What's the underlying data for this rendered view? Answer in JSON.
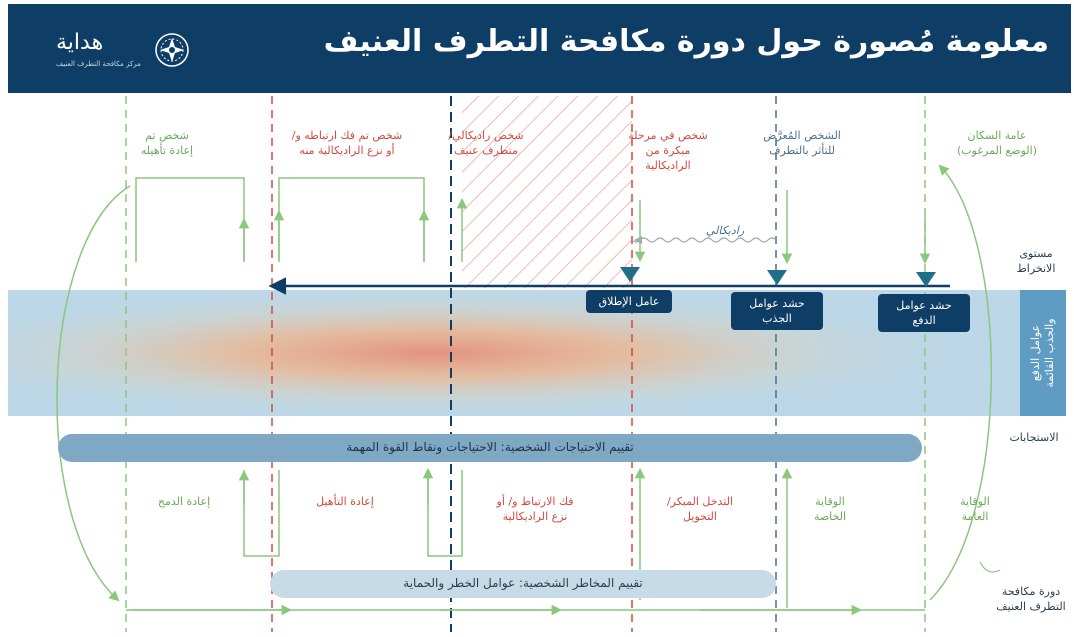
{
  "header": {
    "title": "معلومة مُصورة حول دورة مكافحة التطرف العنيف",
    "logo_name": "هداية",
    "logo_subtitle": "مركز مكافحة التطرف العنيف",
    "brand_color": "#0e3e66"
  },
  "columns": [
    {
      "label": "عامة السكان\n(الوضع المرغوب)",
      "color": "#6aaa5a"
    },
    {
      "label": "الشخص المُعرَّض\nللتأثر بالتطرف",
      "color": "#4b6f94"
    },
    {
      "label": "شخص في مرحلة\nمبكرة من\nالراديكالية",
      "color": "#d24a3c"
    },
    {
      "label": "شخص راديكالي/\nمتطرف عنيف",
      "color": "#d24a3c"
    },
    {
      "label": "شخص تم فك ارتباطه و/\nأو نزع الراديكالية منه",
      "color": "#d24a3c"
    },
    {
      "label": "شخص تم\nإعادة تأهيله",
      "color": "#6aaa5a"
    }
  ],
  "side_labels": {
    "radicalization_level": "مستوى\nالانخراط",
    "band_label": "عوامل الدفع\nوالجذب القائمة",
    "responses": "الاستجابات",
    "cycle": "دورة مكافحة\nالتطرف العنيف"
  },
  "radical_arrow_label": "راديكالي",
  "factor_tags": [
    {
      "label": "عامل الإطلاق"
    },
    {
      "label": "حشد عوامل\nالجذب"
    },
    {
      "label": "حشد عوامل\nالدفع"
    }
  ],
  "assessments": {
    "needs": "تقييم الاحتياجات الشخصية: الاحتياجات ونقاط القوة المهمة",
    "risks": "تقييم المخاطر الشخصية: عوامل الخطر والحماية"
  },
  "responses": [
    {
      "label": "الوقاية\nالعامة",
      "color": "#6aaa5a"
    },
    {
      "label": "الوقاية\nالخاصة",
      "color": "#6aaa5a"
    },
    {
      "label": "التدخل المبكر/\nالتحويل",
      "color": "#d24a3c"
    },
    {
      "label": "فك الارتباط و/ أو\nنزع الراديكالية",
      "color": "#d24a3c"
    },
    {
      "label": "إعادة التأهيل",
      "color": "#d24a3c"
    },
    {
      "label": "إعادة الدمج",
      "color": "#6aaa5a"
    }
  ],
  "colors": {
    "green": "#6aaa5a",
    "red": "#d24a3c",
    "navy": "#0e3e66",
    "band": "#bcd7e8"
  }
}
